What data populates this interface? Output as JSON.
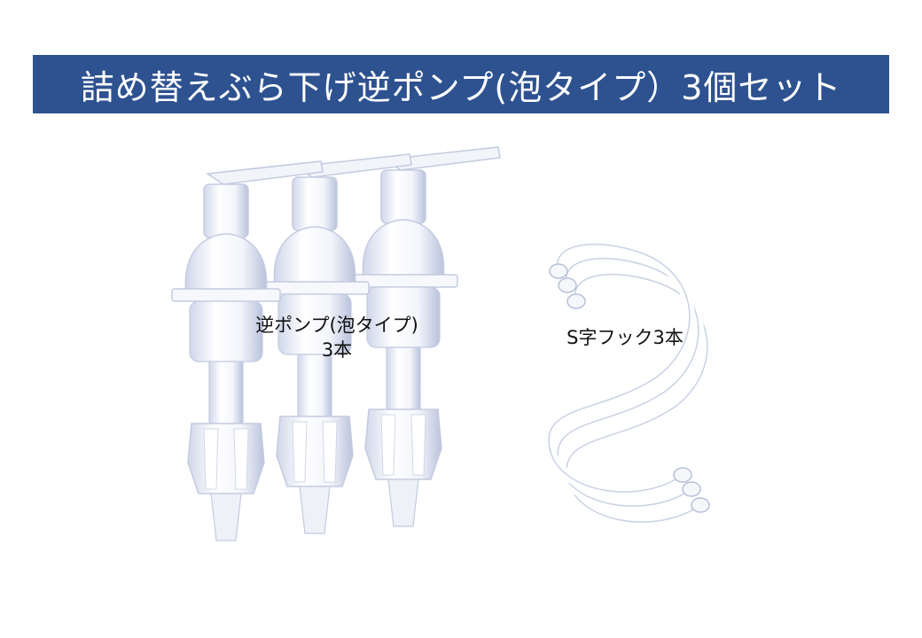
{
  "banner": {
    "title": "詰め替えぶら下げ逆ポンプ(泡タイプ）3個セット",
    "background": "#2e5290",
    "text_color": "#ffffff"
  },
  "pumps": {
    "label_line1": "逆ポンプ(泡タイプ)",
    "label_line2": "3本",
    "count": 3,
    "icon": "foam-pump-icon"
  },
  "hooks": {
    "label": "S字フック3本",
    "count": 3,
    "icon": "s-hook-icon"
  }
}
